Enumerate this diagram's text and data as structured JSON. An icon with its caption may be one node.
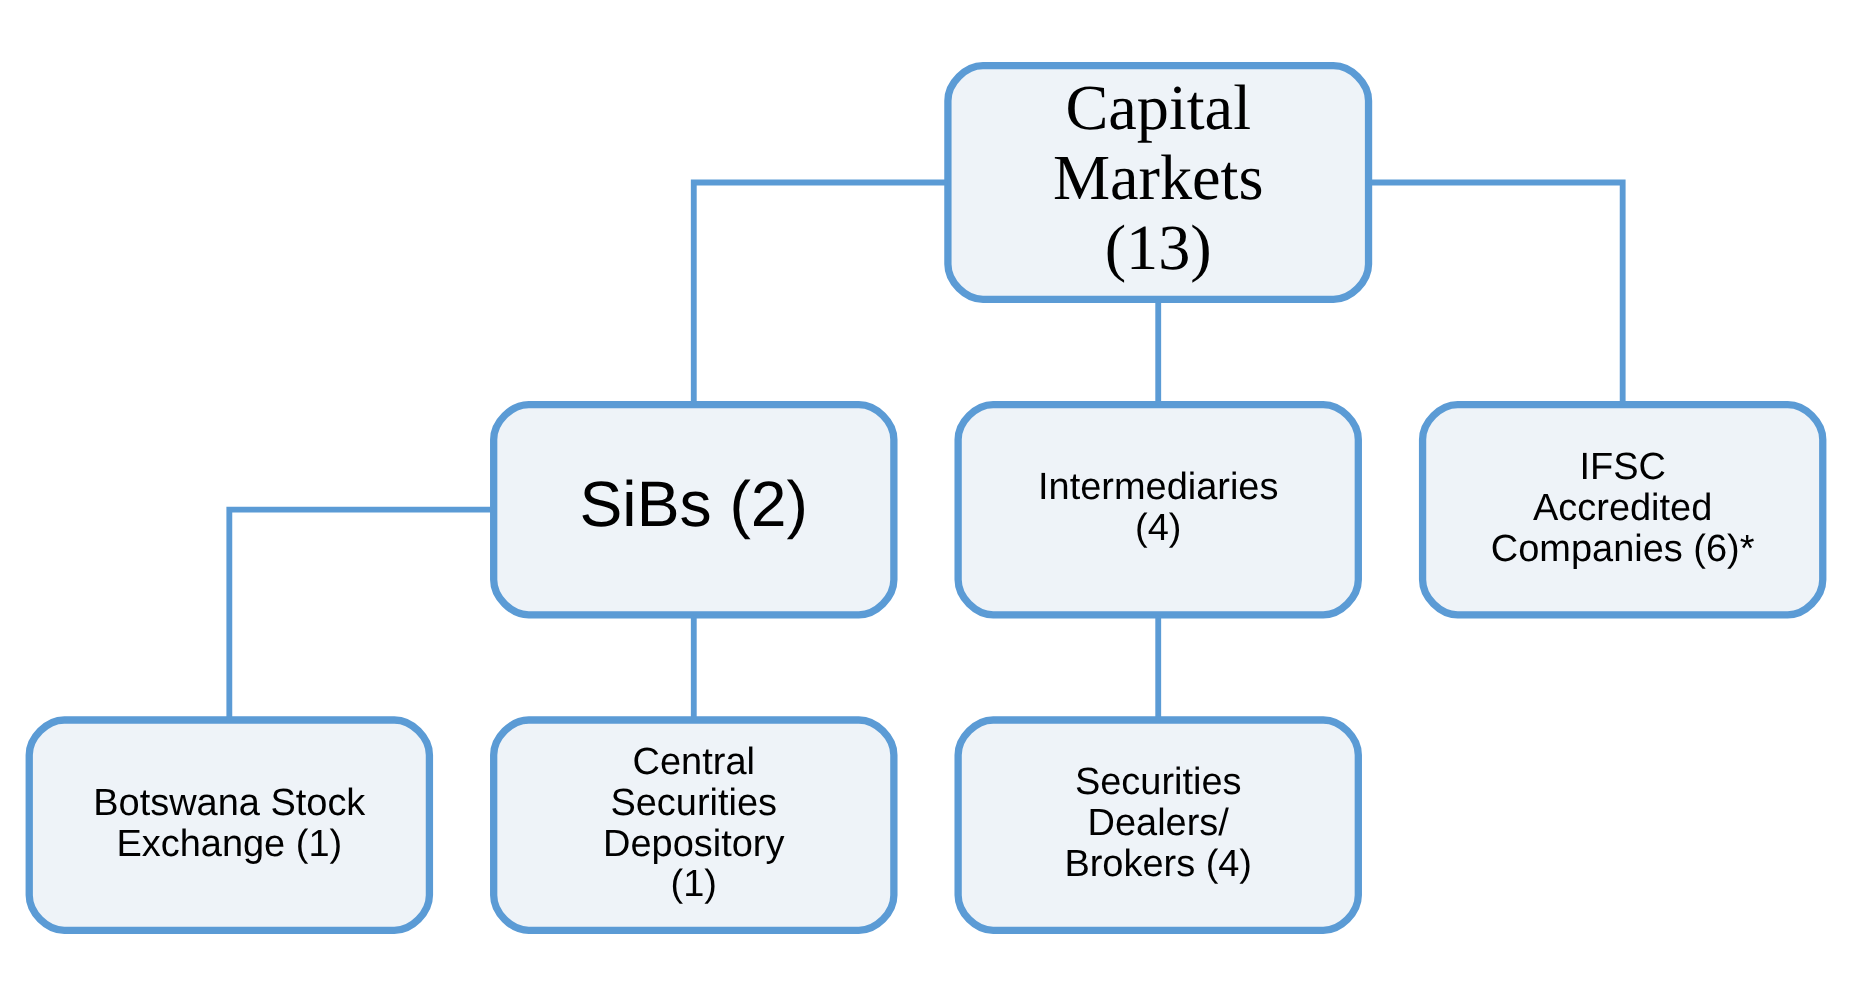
{
  "diagram": {
    "nodes": [
      {
        "text": [
          "Capital Markets (13)"
        ]
      },
      {
        "text": [
          "SiBs (2)"
        ]
      },
      {
        "text": [
          "Intermediaries (4)"
        ]
      },
      {
        "text": [
          "IFSC Accredited Companies (6)*"
        ]
      },
      {
        "text": [
          "Botswana Stock Exchange (1)"
        ]
      },
      {
        "text": [
          "Central Securities Depository (1)"
        ]
      },
      {
        "text": [
          "Securities Dealers/ Brokers (4)"
        ]
      }
    ],
    "edges": [
      {
        "from": 0,
        "to": 1,
        "arrow": "none"
      },
      {
        "from": 0,
        "to": 2,
        "arrow": "none"
      },
      {
        "from": 0,
        "to": 3,
        "arrow": "none"
      },
      {
        "from": 1,
        "to": 4,
        "arrow": "none"
      },
      {
        "from": 1,
        "to": 5,
        "arrow": "none"
      },
      {
        "from": 2,
        "to": 6,
        "arrow": "none"
      }
    ]
  }
}
